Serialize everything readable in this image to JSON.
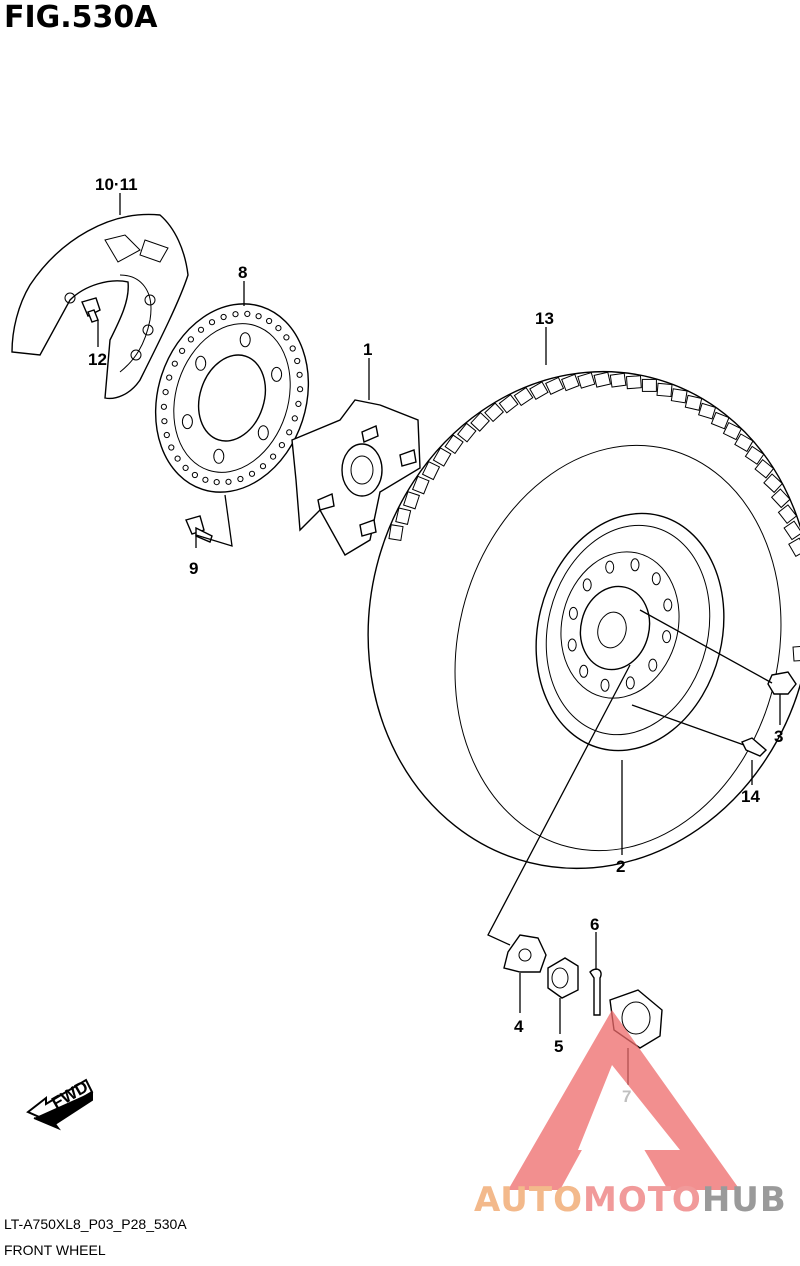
{
  "figure": {
    "title": "FIG.530A"
  },
  "callouts": {
    "p10_11": "10·11",
    "p8": "8",
    "p12": "12",
    "p1": "1",
    "p13": "13",
    "p9": "9",
    "p3": "3",
    "p14": "14",
    "p2": "2",
    "p6": "6",
    "p4": "4",
    "p5": "5",
    "p7": "7"
  },
  "fwd_label": "FWD",
  "footer": {
    "code": "LT-A750XL8_P03_P28_530A",
    "caption": "FRONT WHEEL"
  },
  "watermark": {
    "part1": "AUTO",
    "part2": "MOTO",
    "part3": "HUB",
    "colors": {
      "auto": "#f3b98b",
      "moto": "#f19a9a",
      "hub": "#9a9a9a",
      "triangle": "#ee6a6a"
    },
    "icon": "warning-triangle-logo"
  }
}
